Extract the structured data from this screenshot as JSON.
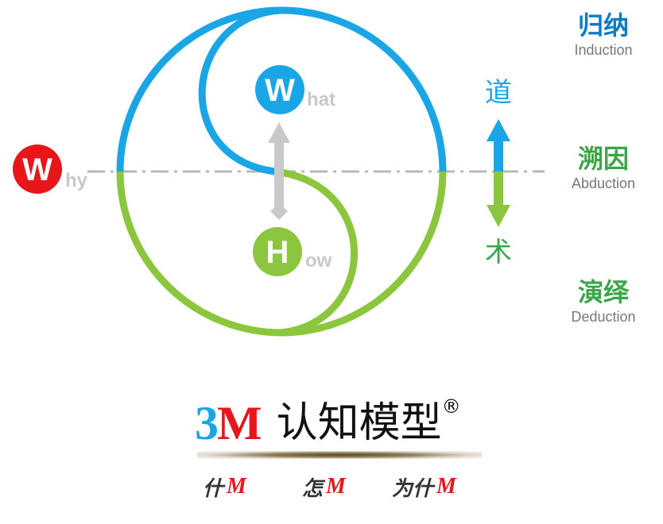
{
  "nodes": {
    "what": {
      "letter": "W",
      "suffix": "hat"
    },
    "how": {
      "letter": "H",
      "suffix": "ow"
    },
    "why": {
      "letter": "W",
      "suffix": "hy"
    }
  },
  "right_labels": {
    "induction": {
      "cn": "归纳",
      "en": "Induction"
    },
    "abduction": {
      "cn": "溯因",
      "en": "Abduction"
    },
    "deduction": {
      "cn": "演绎",
      "en": "Deduction"
    }
  },
  "dao_shu": {
    "top": "道",
    "bottom": "术"
  },
  "title": {
    "brand_3": "3",
    "brand_m": "M",
    "text": "认知模型",
    "reg": "®"
  },
  "slogans": [
    {
      "word": "什",
      "m": "M"
    },
    {
      "word": "怎",
      "m": "M"
    },
    {
      "word": "为什",
      "m": "M"
    }
  ],
  "colors": {
    "blue": "#1aa6e6",
    "green": "#8cc63f",
    "red": "#e8151b",
    "gray": "#b8b8b8",
    "navy_text": "#0d7cc2",
    "green_text": "#3aa648"
  }
}
